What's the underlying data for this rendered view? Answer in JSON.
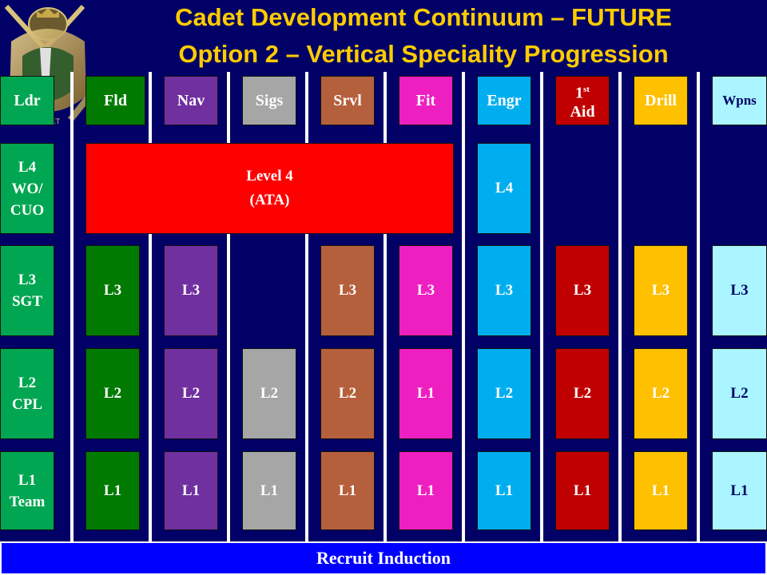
{
  "title_line1": "Cadet Development Continuum – FUTURE",
  "title_line2": "Option 2 – Vertical Speciality Progression",
  "crest_text": "CADET",
  "headers": {
    "ldr": "Ldr",
    "fld": "Fld",
    "nav": "Nav",
    "sigs": "Sigs",
    "srvl": "Srvl",
    "fit": "Fit",
    "engr": "Engr",
    "aid_num": "1",
    "aid_sup": "st",
    "aid_word": "Aid",
    "drill": "Drill",
    "wpns": "Wpns"
  },
  "ranks": {
    "l4": "L4\nWO/\nCUO",
    "l3": "L3\nSGT",
    "l2": "L2\nCPL",
    "l1": "L1\nTeam"
  },
  "level4_block": {
    "line1": "Level 4",
    "line2": "(ATA)"
  },
  "cells": {
    "engr_l4": "L4",
    "fld_l3": "L3",
    "nav_l3": "L3",
    "srvl_l3": "L3",
    "fit_l3": "L3",
    "engr_l3": "L3",
    "aid_l3": "L3",
    "drill_l3": "L3",
    "wpns_l3": "L3",
    "fld_l2": "L2",
    "nav_l2": "L2",
    "sigs_l2": "L2",
    "srvl_l2": "L2",
    "fit_l2": "L1",
    "engr_l2": "L2",
    "aid_l2": "L2",
    "drill_l2": "L2",
    "wpns_l2": "L2",
    "fld_l1": "L1",
    "nav_l1": "L1",
    "sigs_l1": "L1",
    "srvl_l1": "L1",
    "fit_l1": "L1",
    "engr_l1": "L1",
    "aid_l1": "L1",
    "drill_l1": "L1",
    "wpns_l1": "L1"
  },
  "footer": "Recruit Induction",
  "colors": {
    "background": "#000066",
    "title": "#ffcc00",
    "ldr": "#00a651",
    "fld": "#007a00",
    "nav": "#7030a0",
    "sigs": "#a6a6a6",
    "srvl": "#b5603c",
    "fit": "#ee1fc0",
    "engr": "#00aeef",
    "aid": "#c00000",
    "drill": "#ffc000",
    "wpns": "#aaf5ff",
    "level4": "#ff0000",
    "footer": "#0000ff"
  }
}
